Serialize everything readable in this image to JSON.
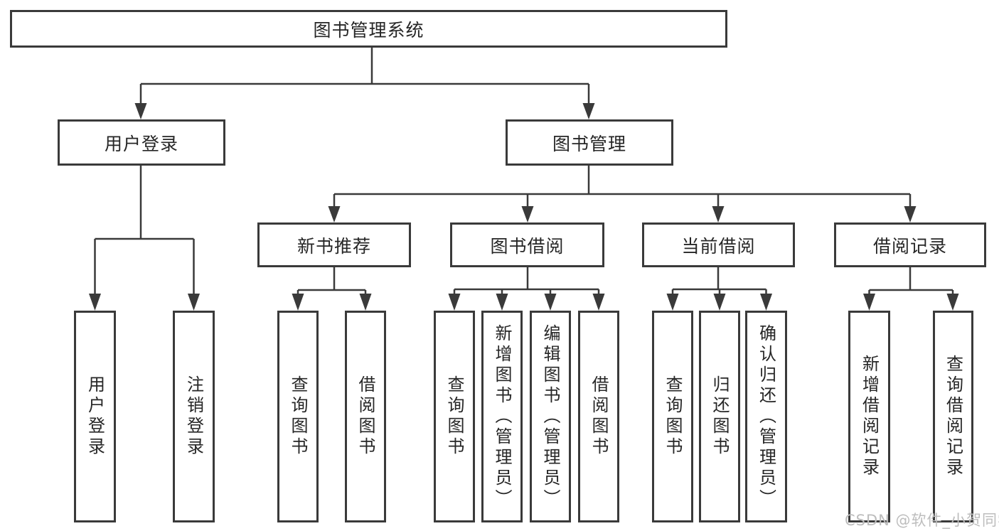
{
  "diagram": {
    "root": {
      "label": "图书管理系统"
    },
    "branches": [
      {
        "label": "用户登录",
        "children": [
          {
            "label": "用户登录"
          },
          {
            "label": "注销登录"
          }
        ]
      },
      {
        "label": "图书管理",
        "children": [
          {
            "label": "新书推荐",
            "children": [
              {
                "label": "查询图书"
              },
              {
                "label": "借阅图书"
              }
            ]
          },
          {
            "label": "图书借阅",
            "children": [
              {
                "label": "查询图书"
              },
              {
                "label": "新增图书（管理员）"
              },
              {
                "label": "编辑图书（管理员）"
              },
              {
                "label": "借阅图书"
              }
            ]
          },
          {
            "label": "当前借阅",
            "children": [
              {
                "label": "查询图书"
              },
              {
                "label": "归还图书"
              },
              {
                "label": "确认归还（管理员）"
              }
            ]
          },
          {
            "label": "借阅记录",
            "children": [
              {
                "label": "新增借阅记录"
              },
              {
                "label": "查询借阅记录"
              }
            ]
          }
        ]
      }
    ]
  },
  "watermark": {
    "text": "CSDN @软件_小贺同学"
  },
  "colors": {
    "line": "#3a3a3a",
    "text": "#262626",
    "watermark": "#bdbdbd",
    "background": "#ffffff"
  }
}
